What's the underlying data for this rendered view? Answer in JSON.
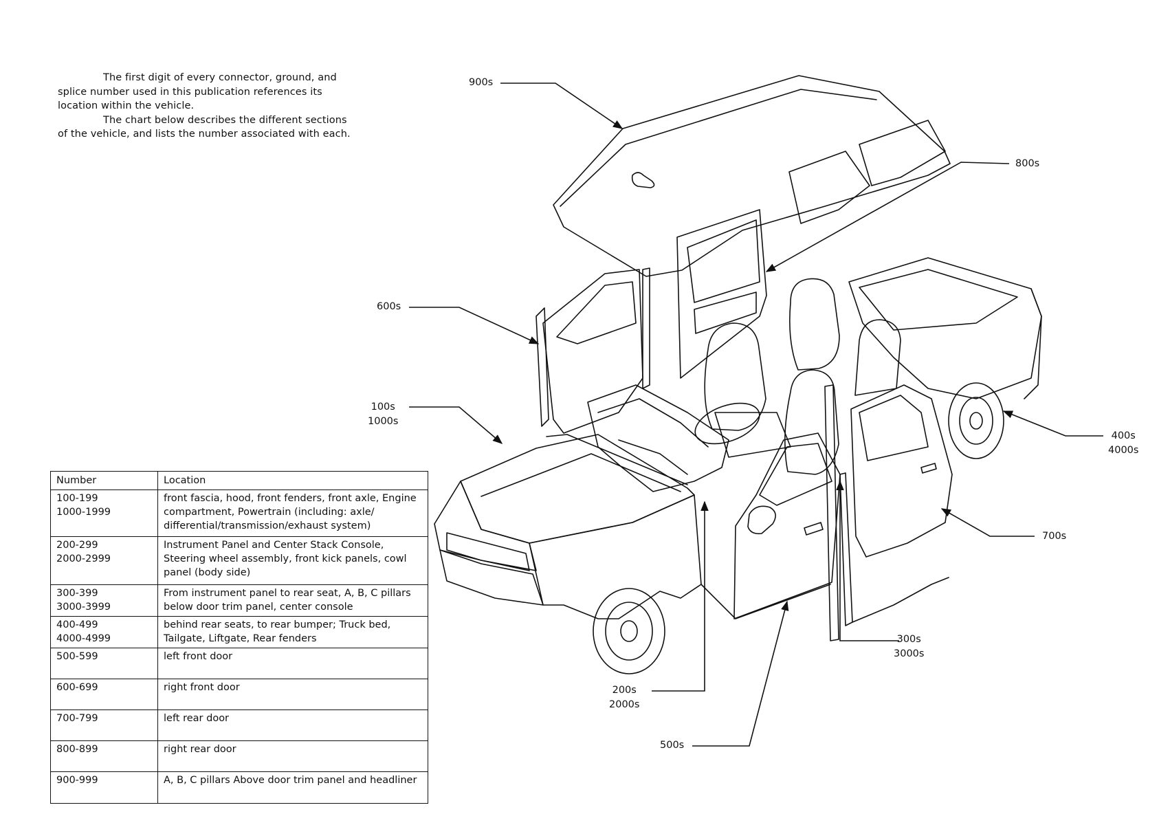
{
  "intro": {
    "paragraph1": "The first digit of every connector, ground, and splice number used in this publication references its location within the vehicle.",
    "paragraph2": "The chart below describes the different sections of the vehicle, and lists the number associated with each."
  },
  "table": {
    "headers": {
      "number": "Number",
      "location": "Location"
    },
    "rows": [
      {
        "number": "100-199\n1000-1999",
        "location": "front fascia, hood, front fenders, front axle, Engine compartment, Powertrain (including: axle/ differential/transmission/exhaust system)"
      },
      {
        "number": "200-299\n2000-2999",
        "location": "Instrument Panel and Center Stack Console, Steering wheel assembly, front kick panels, cowl panel (body side)"
      },
      {
        "number": "300-399\n3000-3999",
        "location": "From instrument panel to rear seat, A, B, C pillars below door trim panel, center console"
      },
      {
        "number": "400-499\n4000-4999",
        "location": "behind rear seats, to rear bumper;  Truck bed, Tailgate, Liftgate, Rear fenders"
      },
      {
        "number": "500-599",
        "location": "left front door"
      },
      {
        "number": "600-699",
        "location": "right front door"
      },
      {
        "number": "700-799",
        "location": "left rear door"
      },
      {
        "number": "800-899",
        "location": "right rear door"
      },
      {
        "number": "900-999",
        "location": "A, B, C pillars Above door trim panel and headliner"
      }
    ]
  },
  "callouts": {
    "c900": "900s",
    "c800": "800s",
    "c600": "600s",
    "c100": [
      "100s",
      "1000s"
    ],
    "c400": [
      "400s",
      "4000s"
    ],
    "c700": "700s",
    "c300": [
      "300s",
      "3000s"
    ],
    "c200": [
      "200s",
      "2000s"
    ],
    "c500": "500s"
  }
}
